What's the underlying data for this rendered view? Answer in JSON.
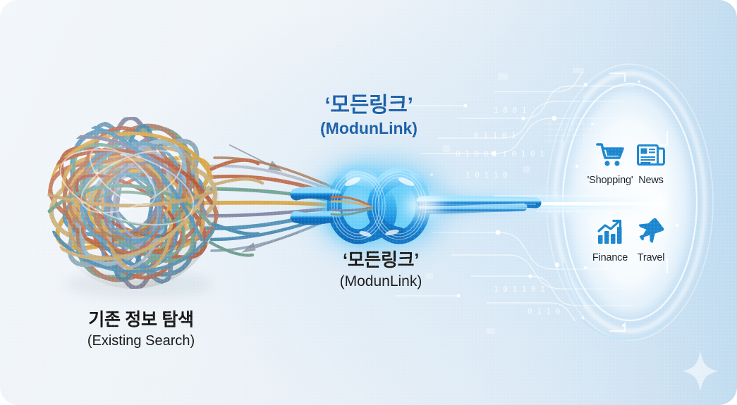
{
  "figure": {
    "type": "concept-diagram",
    "theme_accent": "#1b5fa8",
    "background": "#eaf0f7"
  },
  "labels": {
    "top_title": {
      "ko": "‘모든링크’",
      "en": "(ModunLink)"
    },
    "center_title": {
      "ko": "‘모든링크’",
      "en": "(ModunLink)"
    },
    "left_title": {
      "ko": "기존 정보 탐색",
      "en": "(Existing Search)"
    }
  },
  "portal": {
    "icons": [
      {
        "id": "shopping",
        "icon": "shopping-cart-icon",
        "label": "'Shopping'"
      },
      {
        "id": "news",
        "icon": "newspaper-icon",
        "label": "News"
      },
      {
        "id": "finance",
        "icon": "bar-chart-arrow-icon",
        "label": "Finance"
      },
      {
        "id": "travel",
        "icon": "airplane-icon",
        "label": "Travel"
      }
    ]
  },
  "graphics": {
    "tangled_ball": "tangled-yarn-ball",
    "knot": "blue-square-knot",
    "beam": "light-beam",
    "arrows": [
      "arrow-to-knot",
      "arrow-to-ball"
    ],
    "sparkle": "four-point-star-sparkle",
    "binary_text": [
      "01001101",
      "10110101",
      "0 1 1 0 1 0 1 0",
      "1 0 1 1",
      "0 1 1"
    ]
  },
  "yarn_colors": [
    "#b55a3c",
    "#d9a441",
    "#4e8fb5",
    "#7a7a96",
    "#6fa090",
    "#c0705a",
    "#8aa7b8",
    "#cbb07a",
    "#5f7f96"
  ]
}
